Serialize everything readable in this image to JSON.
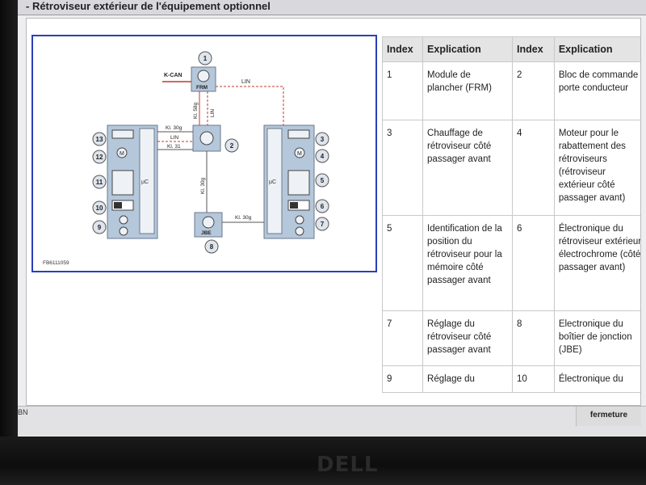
{
  "window": {
    "title": "- Rétroviseur extérieur de l'équipement optionnel",
    "left_label": "BN",
    "close_label": "fermeture"
  },
  "device": {
    "brand": "DELL"
  },
  "diagram": {
    "figure_id": "FB6111059",
    "bus_kcan": "K-CAN",
    "module_frm": "FRM",
    "module_jbe": "JBE",
    "bus_lin_top": "LIN",
    "kl58g": "Kl. 58g",
    "lin_vertical": "LIN",
    "kl30g_left": "Kl. 30g",
    "lin_left": "LIN",
    "kl31_left": "Kl. 31",
    "kl30g_vertical": "Kl. 30g",
    "kl30g_bottom": "Kl. 30g",
    "mu_c_left": "µC",
    "mu_c_right": "µC",
    "motor_label": "M",
    "callouts": [
      "1",
      "2",
      "3",
      "4",
      "5",
      "6",
      "7",
      "8",
      "9",
      "10",
      "11",
      "12",
      "13"
    ]
  },
  "table": {
    "headers": [
      "Index",
      "Explication",
      "Index",
      "Explication"
    ],
    "rows": [
      {
        "i1": "1",
        "e1": "Module de plancher (FRM)",
        "i2": "2",
        "e2": "Bloc de commande porte conducteur"
      },
      {
        "i1": "3",
        "e1": "Chauffage de rétroviseur côté passager avant",
        "i2": "4",
        "e2": "Moteur pour le rabattement des rétroviseurs (rétroviseur extérieur côté passager avant)"
      },
      {
        "i1": "5",
        "e1": "Identification de la position du rétroviseur pour la mémoire côté passager avant",
        "i2": "6",
        "e2": "Électronique du rétroviseur extérieur électrochrome (côté passager avant)"
      },
      {
        "i1": "7",
        "e1": "Réglage du rétroviseur côté passager avant",
        "i2": "8",
        "e2": "Electronique du boîtier de jonction (JBE)"
      },
      {
        "i1": "9",
        "e1": "Réglage du",
        "i2": "10",
        "e2": "Électronique du"
      }
    ]
  }
}
